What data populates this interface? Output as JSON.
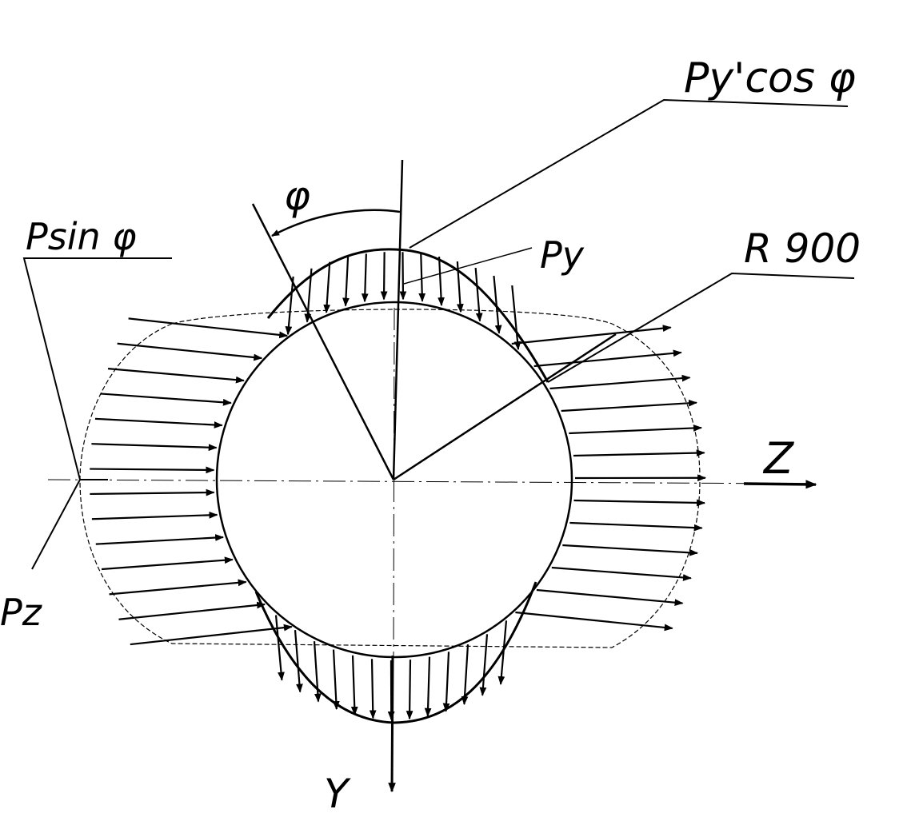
{
  "labels": {
    "py_cos_phi": "Py'cos φ",
    "phi": "φ",
    "p_sin_phi": "Psin φ",
    "py": "Py",
    "radius": "R 900",
    "z_axis": "Z",
    "pz": "Pz",
    "y_axis": "Y"
  },
  "colors": {
    "ink": "#000000",
    "background": "#ffffff"
  }
}
